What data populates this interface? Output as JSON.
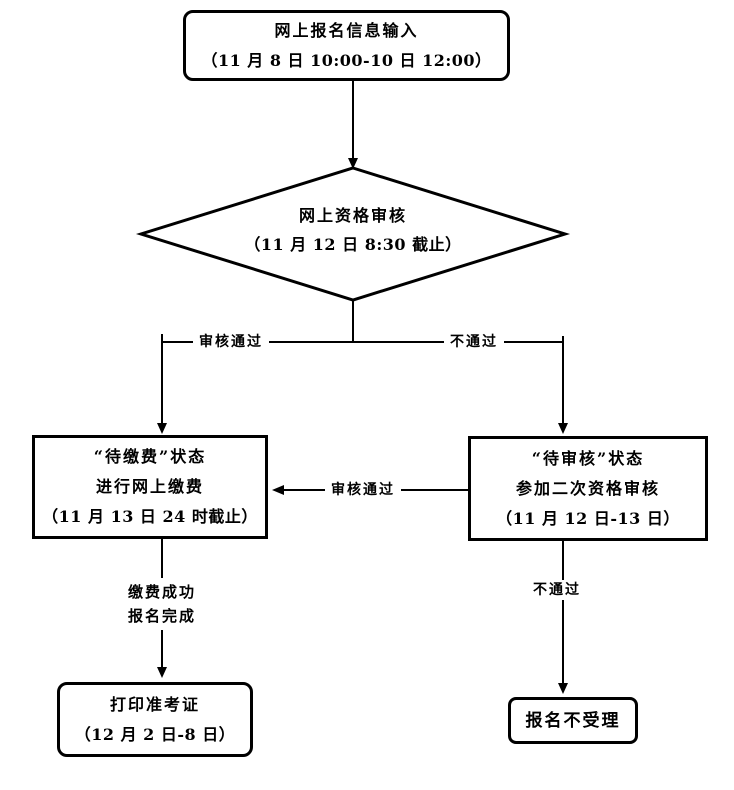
{
  "colors": {
    "ink": "#000000",
    "background": "#ffffff"
  },
  "nodes": {
    "start": {
      "lines": [
        "网上报名信息输入",
        "（11 月 8 日 10:00-10 日 12:00）"
      ]
    },
    "decision": {
      "lines": [
        "网上资格审核",
        "（11 月 12 日 8:30 截止）"
      ]
    },
    "pay": {
      "lines": [
        "“待缴费”状态",
        "进行网上缴费",
        "（11 月 13 日 24 时截止）"
      ]
    },
    "second_review": {
      "lines": [
        "“待审核”状态",
        "参加二次资格审核",
        "（11 月 12 日-13 日）"
      ]
    },
    "print": {
      "lines": [
        "打印准考证",
        "（12 月 2 日-8 日）"
      ]
    },
    "reject": {
      "lines": [
        "报名不受理"
      ]
    }
  },
  "edge_labels": {
    "decision_pass": "审核通过",
    "decision_fail": "不通过",
    "second_review_pass": "审核通过",
    "pay_done_line1": "缴费成功",
    "pay_done_line2": "报名完成",
    "second_review_fail": "不通过"
  }
}
